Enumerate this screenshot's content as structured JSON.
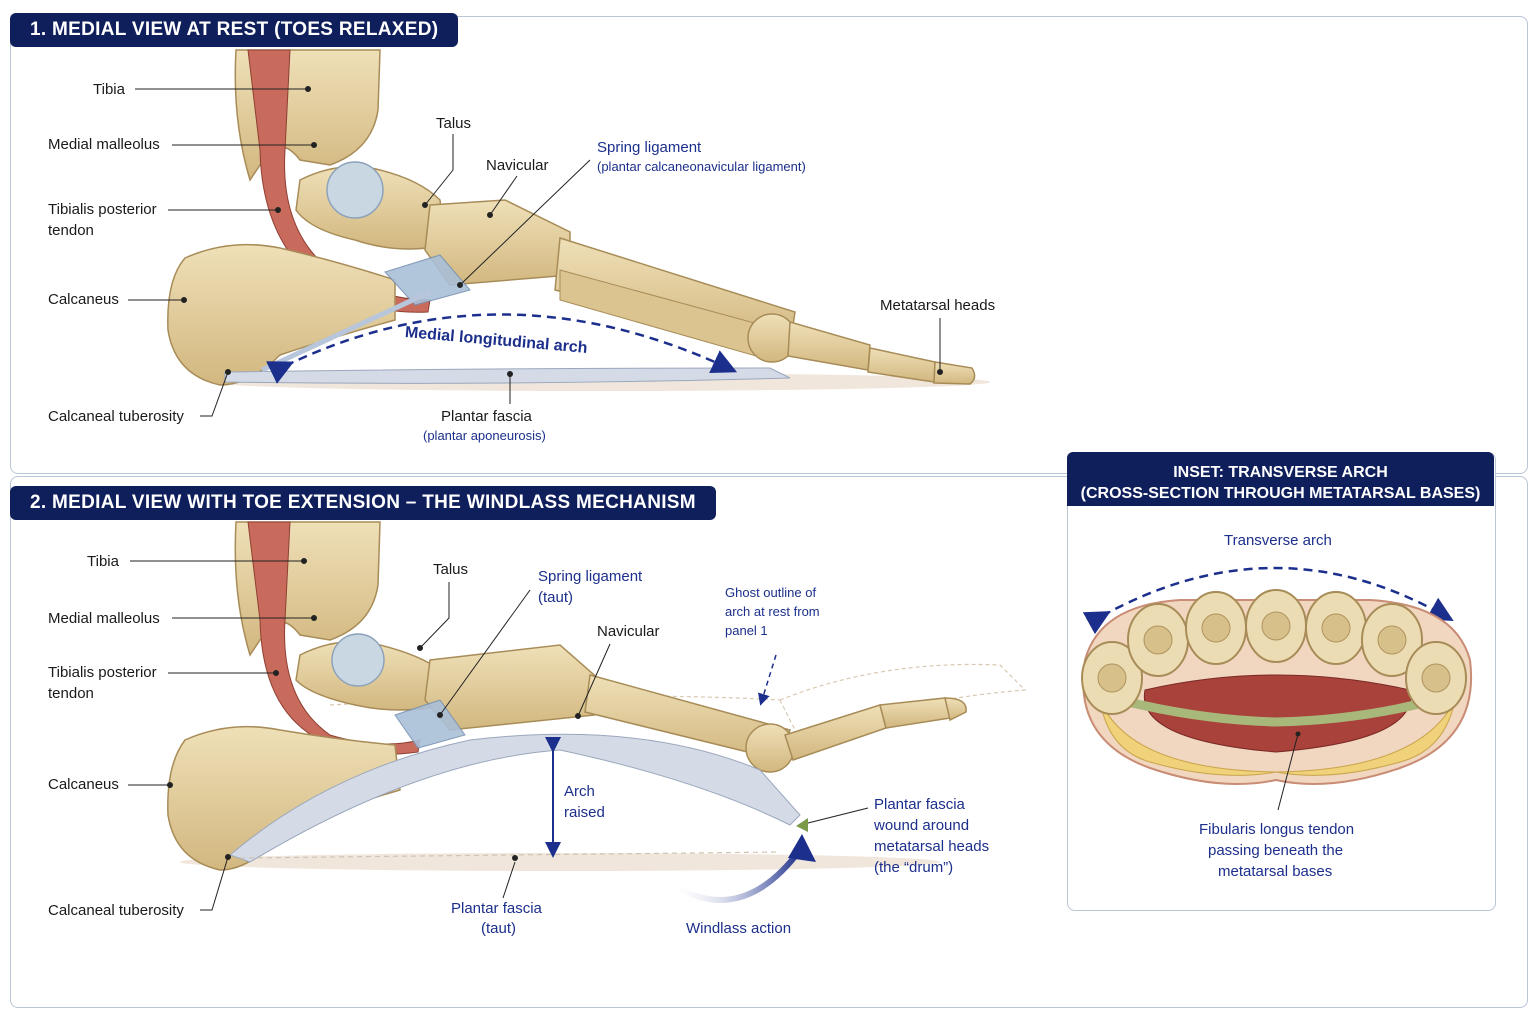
{
  "panel1": {
    "title": "1. MEDIAL VIEW AT REST (TOES RELAXED)",
    "labels": {
      "tibia": "Tibia",
      "medial_malleolus": "Medial malleolus",
      "tibialis_posterior_line1": "Tibialis posterior",
      "tibialis_posterior_line2": "tendon",
      "calcaneus": "Calcaneus",
      "calcaneal_tuberosity": "Calcaneal tuberosity",
      "talus": "Talus",
      "navicular": "Navicular",
      "spring_ligament": "Spring ligament",
      "spring_ligament_sub": "(plantar calcaneonavicular ligament)",
      "metatarsal_heads": "Metatarsal heads",
      "medial_longitudinal_arch": "Medial longitudinal arch",
      "plantar_fascia": "Plantar fascia",
      "plantar_fascia_sub": "(plantar aponeurosis)"
    }
  },
  "panel2": {
    "title": "2. MEDIAL VIEW WITH TOE EXTENSION – THE WINDLASS MECHANISM",
    "labels": {
      "tibia": "Tibia",
      "medial_malleolus": "Medial malleolus",
      "tibialis_posterior_line1": "Tibialis posterior",
      "tibialis_posterior_line2": "tendon",
      "calcaneus": "Calcaneus",
      "calcaneal_tuberosity": "Calcaneal tuberosity",
      "talus": "Talus",
      "navicular": "Navicular",
      "spring_ligament_line1": "Spring ligament",
      "spring_ligament_line2": "(taut)",
      "ghost_line1": "Ghost outline of",
      "ghost_line2": "arch at rest from",
      "ghost_line3": "panel 1",
      "arch_raised_line1": "Arch",
      "arch_raised_line2": "raised",
      "plantar_fascia_line1": "Plantar fascia",
      "plantar_fascia_line2": "(taut)",
      "windlass_action": "Windlass action",
      "drum_line1": "Plantar fascia",
      "drum_line2": "wound around",
      "drum_line3": "metatarsal heads",
      "drum_line4": "(the “drum”)"
    }
  },
  "inset": {
    "title_line1": "INSET: TRANSVERSE ARCH",
    "title_line2": "(CROSS-SECTION THROUGH METATARSAL BASES)",
    "transverse_arch": "Transverse arch",
    "fibularis_line1": "Fibularis longus tendon",
    "fibularis_line2": "passing beneath the",
    "fibularis_line3": "metatarsal bases"
  },
  "colors": {
    "title_bg": "#0f1f5c",
    "label_blue": "#1c2f8c",
    "bone": "#e3cfa0",
    "bone_edge": "#a88c58",
    "tendon": "#c96b5c",
    "ligament": "#a9bfd8",
    "fascia": "#d4dbe7",
    "frame": "#b9c6d6"
  },
  "icons": [
    "arch-arrow-icon",
    "windlass-arrow-icon",
    "double-arrow-icon"
  ]
}
